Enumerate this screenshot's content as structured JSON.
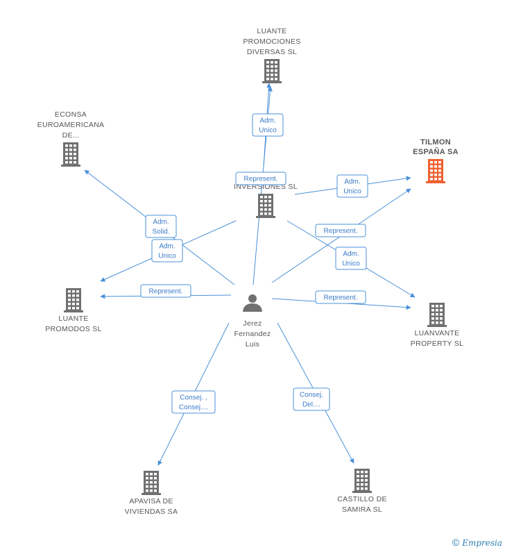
{
  "nodes": [
    {
      "id": "luante_promociones",
      "label": [
        "LUANTE",
        "PROMOCIONES",
        "DIVERSAS SL"
      ],
      "type": "company",
      "label_pos": "above"
    },
    {
      "id": "econsa",
      "label": [
        "ECONSA",
        "EUROAMERICANA",
        "DE..."
      ],
      "type": "company",
      "label_pos": "above"
    },
    {
      "id": "tilmon",
      "label": [
        "TILMON",
        "ESPAÑA SA"
      ],
      "type": "company-main",
      "label_pos": "above"
    },
    {
      "id": "luante_inversiones",
      "label": [
        "LUANTE",
        "INVERSIONES SL"
      ],
      "type": "company",
      "label_pos": "above"
    },
    {
      "id": "luante_promodos",
      "label": [
        "LUANTE",
        "PROMODOS  SL"
      ],
      "type": "company",
      "label_pos": "below"
    },
    {
      "id": "person",
      "label": [
        "Jerez",
        "Fernandez",
        "Luis"
      ],
      "type": "person",
      "label_pos": "below"
    },
    {
      "id": "luanvante",
      "label": [
        "LUANVANTE",
        "PROPERTY  SL"
      ],
      "type": "company",
      "label_pos": "below"
    },
    {
      "id": "apavisa",
      "label": [
        "APAVISA DE",
        "VIVIENDAS SA"
      ],
      "type": "company",
      "label_pos": "below"
    },
    {
      "id": "castillo",
      "label": [
        "CASTILLO DE",
        "SAMIRA SL"
      ],
      "type": "company",
      "label_pos": "below"
    }
  ],
  "edges": [
    {
      "from": "luante_inversiones",
      "to": "luante_promociones",
      "label": [
        "Adm.",
        "Unico"
      ]
    },
    {
      "from": "person",
      "to": "luante_promociones",
      "label": [
        "Represent."
      ]
    },
    {
      "from": "luante_inversiones",
      "to": "tilmon",
      "label": [
        "Adm.",
        "Unico"
      ]
    },
    {
      "from": "person",
      "to": "tilmon",
      "label": [
        "Represent."
      ]
    },
    {
      "from": "person",
      "to": "econsa",
      "label": [
        "Adm.",
        "Solid."
      ]
    },
    {
      "from": "luante_inversiones",
      "to": "luante_promodos",
      "label": [
        "Adm.",
        "Unico"
      ]
    },
    {
      "from": "person",
      "to": "luante_promodos",
      "label": [
        "Represent."
      ]
    },
    {
      "from": "luante_inversiones",
      "to": "luanvante",
      "label": [
        "Adm.",
        "Unico"
      ]
    },
    {
      "from": "person",
      "to": "luanvante",
      "label": [
        "Represent."
      ]
    },
    {
      "from": "person",
      "to": "apavisa",
      "label": [
        "Consej. ,",
        "Consej...."
      ]
    },
    {
      "from": "person",
      "to": "castillo",
      "label": [
        "Consej.",
        "Del...."
      ]
    }
  ],
  "footer": {
    "symbol": "©",
    "brand": "Empresia"
  }
}
